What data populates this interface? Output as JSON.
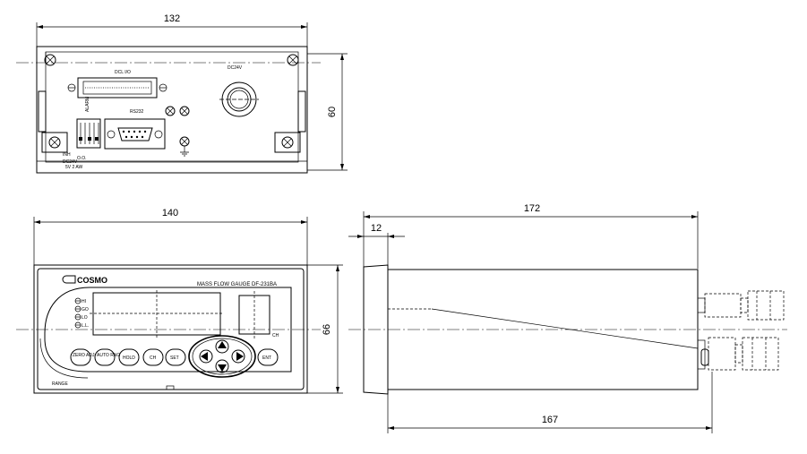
{
  "dimensions": {
    "top_width": "132",
    "top_height": "60",
    "front_width": "140",
    "front_height": "66",
    "side_length": "172",
    "side_front": "12",
    "side_body": "167"
  },
  "rear_panel": {
    "connector_label": "DCL I/O",
    "serial_label": "RS232",
    "power_label": "DC24V",
    "terminal_label": "O.O.",
    "terminal_label2": "INH",
    "terminal_label3": "DC24V",
    "terminal_label4": "ALARM",
    "terminal_label5": "5V 2 AW"
  },
  "front_panel": {
    "brand": "COSMO",
    "model": "MASS FLOW GAUGE DF-231BA",
    "indicators": [
      "HI",
      "GO",
      "LO",
      "L.L."
    ],
    "ch_label": "CH",
    "range_label": "RANGE",
    "buttons": [
      "ZERO ADJ",
      "AUTO RNG",
      "HOLD",
      "CH",
      "SET",
      "ENT"
    ]
  }
}
